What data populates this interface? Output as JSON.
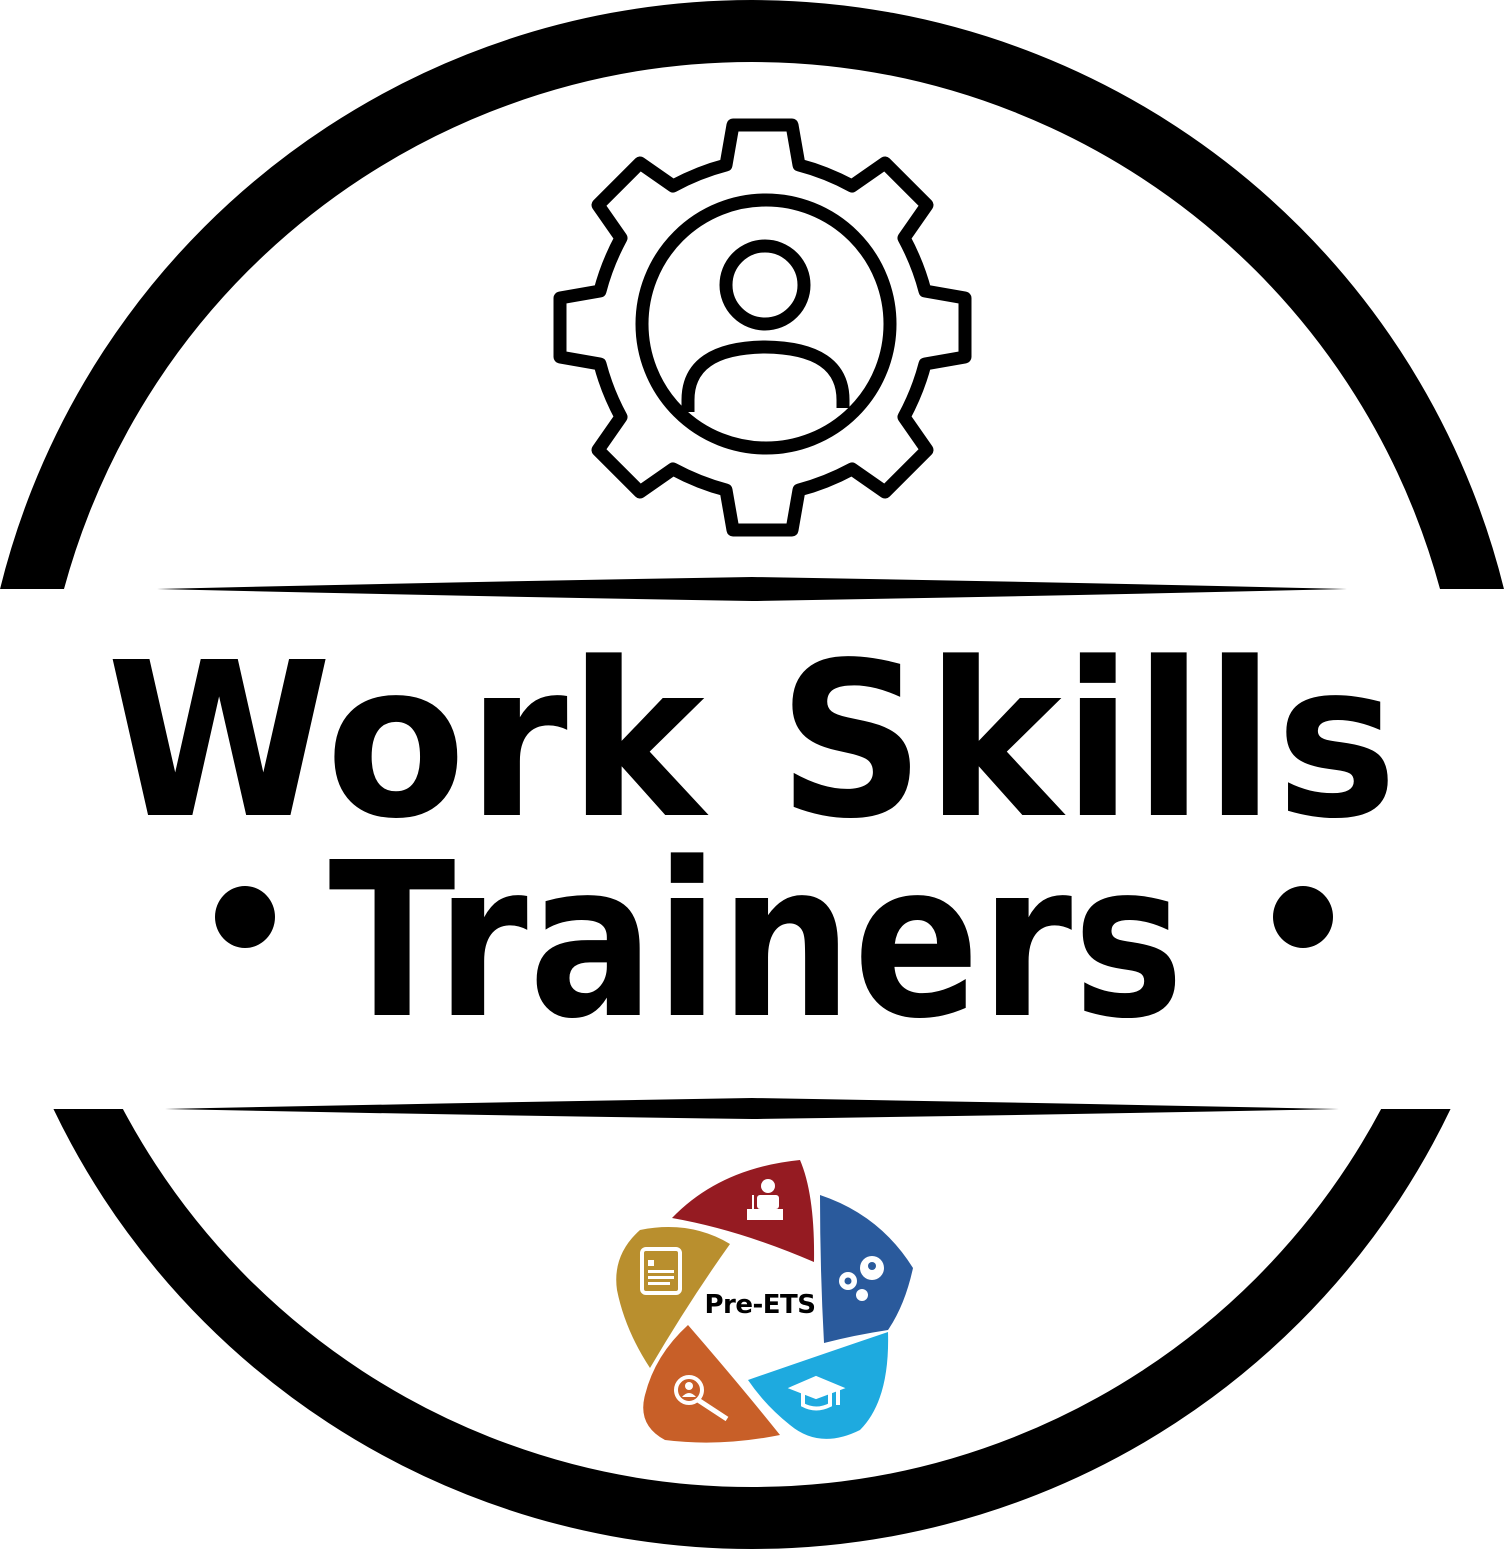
{
  "badge": {
    "title_line1": "Work Skills",
    "title_line2": "Trainers",
    "top_icon": "gear-person-icon",
    "bullet_glyph": "•"
  },
  "logo": {
    "label": "Pre-ETS",
    "petals": [
      {
        "name": "instruction-petal",
        "icon": "presenter-podium-icon",
        "color": "#951B22"
      },
      {
        "name": "workplace-readiness-petal",
        "icon": "gears-person-icon",
        "color": "#2A5A9C"
      },
      {
        "name": "postsecondary-petal",
        "icon": "graduation-cap-icon",
        "color": "#1EAADF"
      },
      {
        "name": "job-exploration-petal",
        "icon": "person-magnifier-icon",
        "color": "#C85F28"
      },
      {
        "name": "work-based-learning-petal",
        "icon": "resume-document-icon",
        "color": "#B98F2E"
      }
    ]
  },
  "colors": {
    "ink": "#000000",
    "background": "#FFFFFF"
  }
}
